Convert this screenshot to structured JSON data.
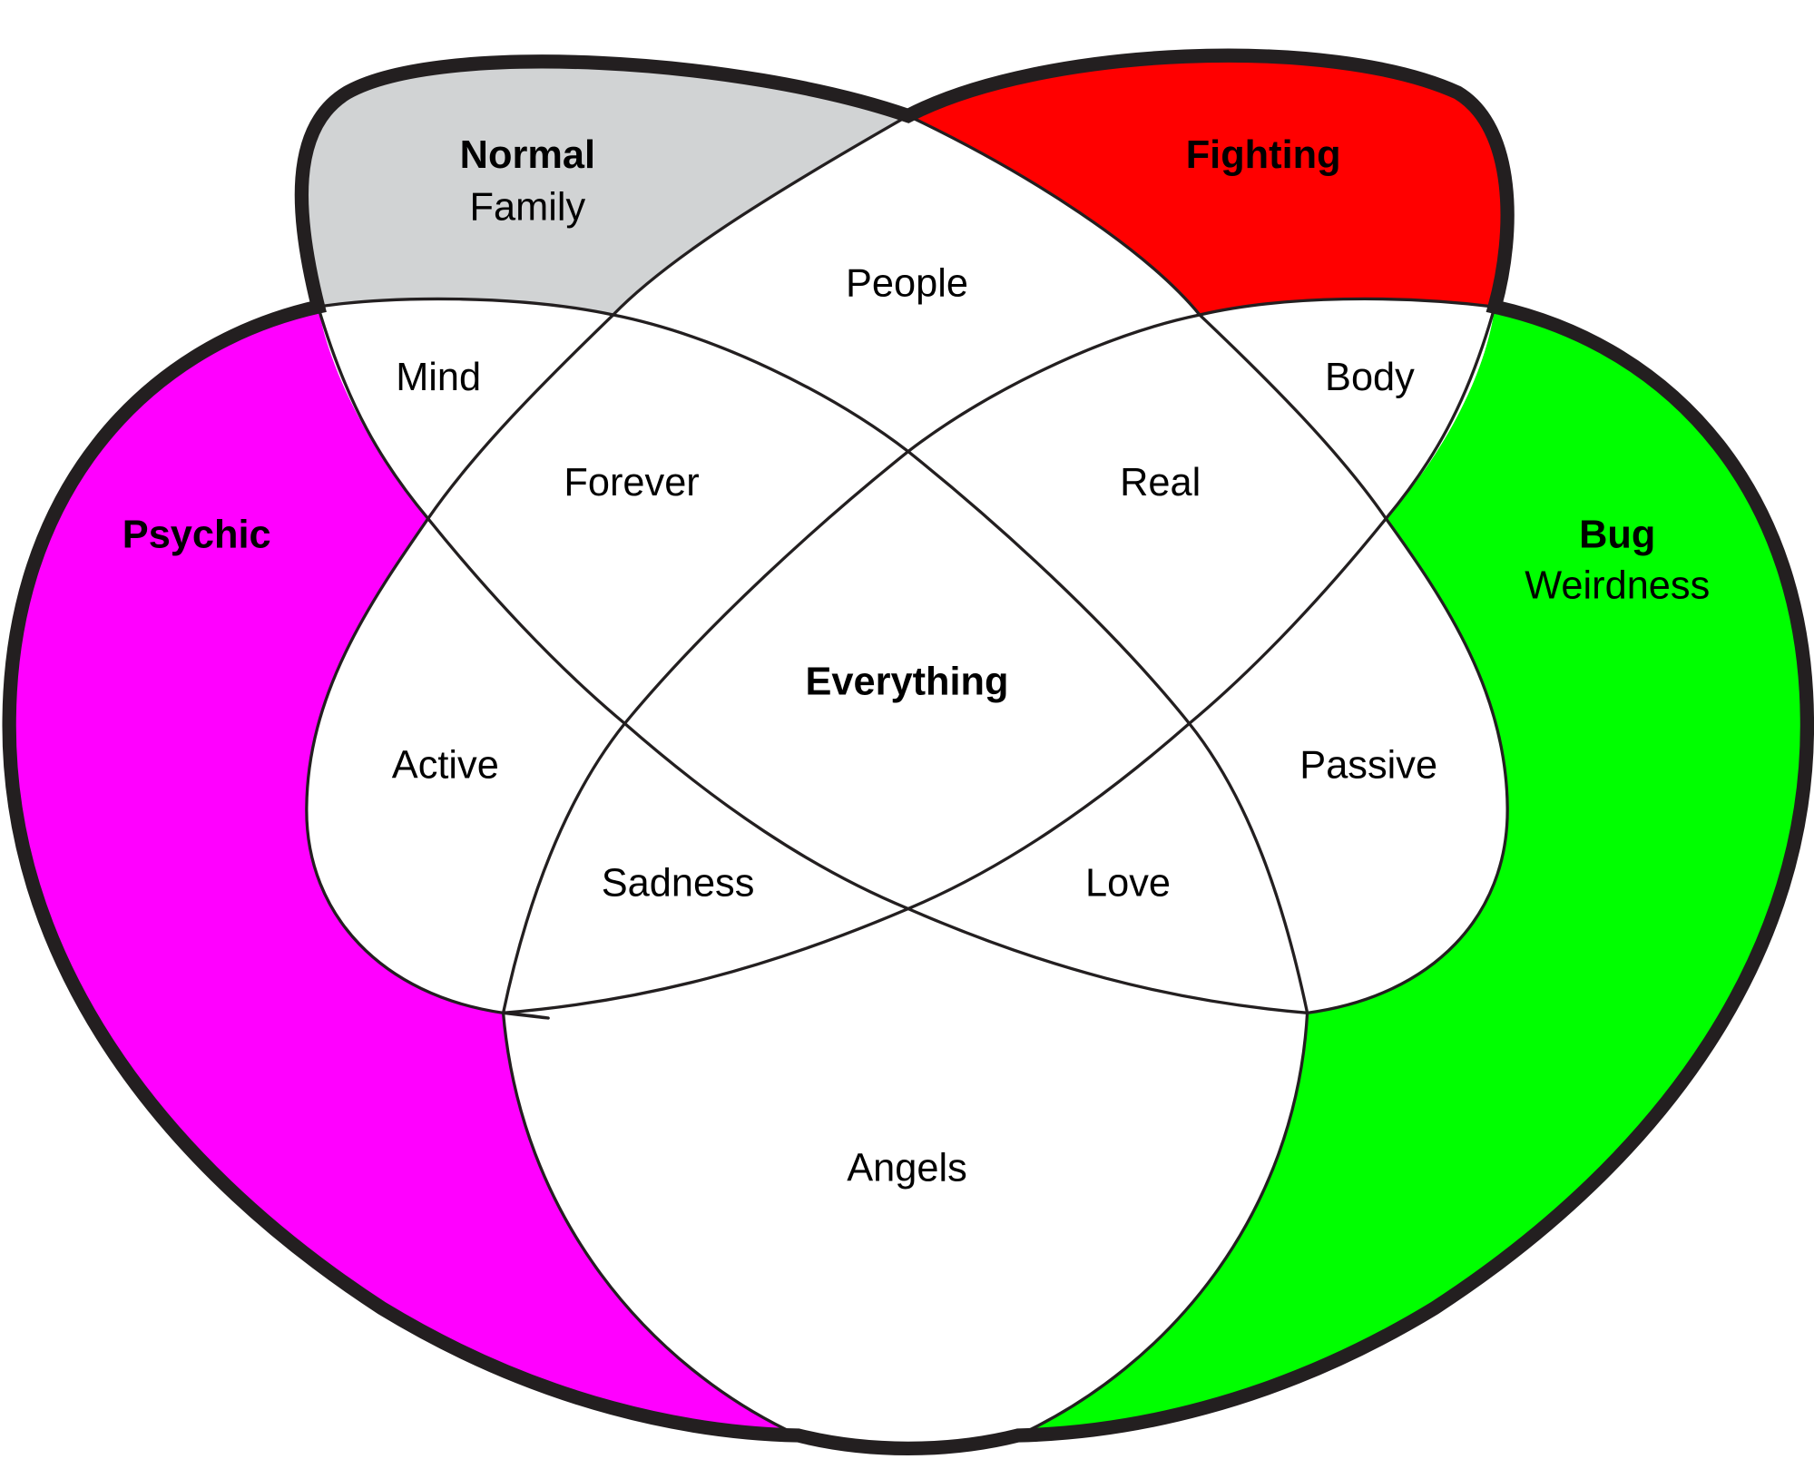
{
  "diagram": {
    "type": "four-set venn diagram",
    "sets": [
      {
        "id": "normal",
        "name": "Normal",
        "subtitle": "Family",
        "color": "#d1d3d4"
      },
      {
        "id": "fighting",
        "name": "Fighting",
        "subtitle": "",
        "color": "#ff0000"
      },
      {
        "id": "psychic",
        "name": "Psychic",
        "subtitle": "",
        "color": "#ff00ff"
      },
      {
        "id": "bug",
        "name": "Bug",
        "subtitle": "Weirdness",
        "color": "#00ff00"
      }
    ],
    "intersections": {
      "normal_fighting": "People",
      "normal_psychic": "Mind",
      "fighting_bug": "Body",
      "normal_fighting_psychic": "Forever",
      "normal_fighting_bug": "Real",
      "psychic_bug": "Angels",
      "normal_psychic_bug": "Active",
      "fighting_psychic_bug": "Passive",
      "all": "Everything",
      "normal_bug_psychic_lower": "Sadness",
      "fighting_psychic_lower": "Love"
    },
    "outline_color": "#231f20",
    "interior_color": "#ffffff"
  }
}
